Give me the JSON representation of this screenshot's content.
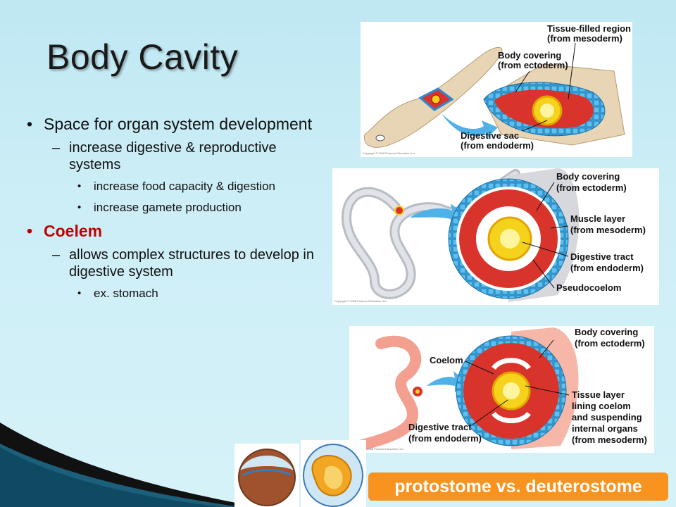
{
  "slide": {
    "title": "Body Cavity",
    "bullets": {
      "b1": "Space for organ system development",
      "b1a": "increase digestive & reproductive systems",
      "b1a1": "increase food capacity & digestion",
      "b1a2": "increase gamete production",
      "b2": "Coelem",
      "b2a": "allows complex structures to develop in digestive system",
      "b2a1": "ex. stomach"
    },
    "colors": {
      "accent_red": "#c00000",
      "label_orange": "#f7931e"
    },
    "figure1": {
      "tissue_region": "Tissue-filled region",
      "tissue_region_sub": "(from mesoderm)",
      "body_covering": "Body covering",
      "body_covering_sub": "(from ectoderm)",
      "digestive_sac": "Digestive sac",
      "digestive_sac_sub": "(from endoderm)"
    },
    "figure2": {
      "body_covering": "Body covering",
      "body_covering_sub": "(from ectoderm)",
      "muscle_layer": "Muscle layer",
      "muscle_layer_sub": "(from mesoderm)",
      "digestive_tract": "Digestive tract",
      "digestive_tract_sub": "(from endoderm)",
      "pseudocoelom": "Pseudocoelom"
    },
    "figure3": {
      "body_covering": "Body covering",
      "body_covering_sub": "(from ectoderm)",
      "coelom": "Coelom",
      "tissue_layer_1": "Tissue layer",
      "tissue_layer_2": "lining coelom",
      "tissue_layer_3": "and suspending",
      "tissue_layer_4": "internal organs",
      "tissue_layer_5": "(from mesoderm)",
      "digestive_tract": "Digestive tract",
      "digestive_tract_sub": "(from endoderm)"
    },
    "copyright": "Copyright © 2008 Pearson Education, Inc.",
    "bottom_label": "protostome vs. deuterostome"
  }
}
